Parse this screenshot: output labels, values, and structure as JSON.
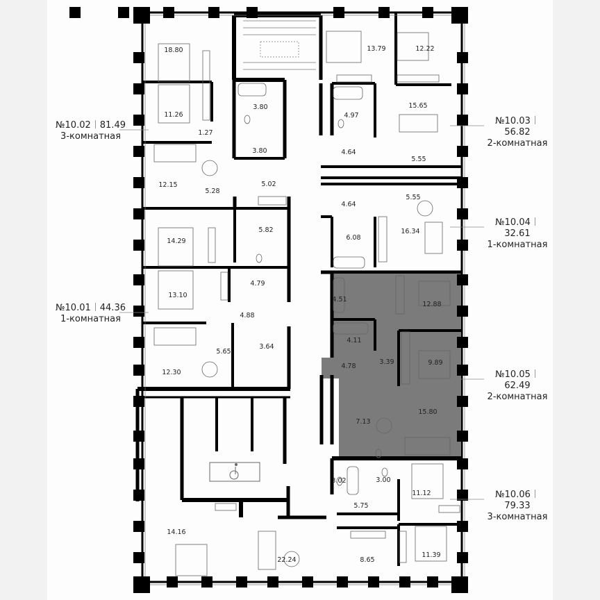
{
  "highlight_color": "#7b7b7b",
  "wall_color": "#000000",
  "apartments": [
    {
      "number": "№10.02",
      "area": "81.49",
      "type": "3-комнатная"
    },
    {
      "number": "№10.01",
      "area": "44.36",
      "type": "1-комнатная"
    },
    {
      "number": "№10.03",
      "area": "56.82",
      "type": "2-комнатная"
    },
    {
      "number": "№10.04",
      "area": "32.61",
      "type": "1-комнатная"
    },
    {
      "number": "№10.05",
      "area": "62.49",
      "type": "2-комнатная",
      "highlighted": true
    },
    {
      "number": "№10.06",
      "area": "79.33",
      "type": "3-комнатная"
    }
  ],
  "rooms": [
    "18.80",
    "11.26",
    "1.27",
    "3.80",
    "3.80",
    "12.15",
    "5.28",
    "5.02",
    "14.29",
    "5.82",
    "13.10",
    "4.79",
    "4.88",
    "5.65",
    "3.64",
    "12.30",
    "14.16",
    "22.24",
    "13.79",
    "12.22",
    "4.97",
    "15.65",
    "4.64",
    "5.55",
    "5.55",
    "4.64",
    "6.08",
    "16.34",
    "4.51",
    "12.88",
    "4.11",
    "3.39",
    "4.78",
    "9.89",
    "15.80",
    "7.13",
    "3.02",
    "3.00",
    "11.12",
    "5.75",
    "8.65",
    "11.39"
  ],
  "icons": [
    "stairs-icon",
    "wheelchair-icon",
    "bed-icon",
    "sofa-icon",
    "dining-table-icon",
    "bathtub-icon",
    "toilet-icon",
    "wardrobe-icon"
  ]
}
